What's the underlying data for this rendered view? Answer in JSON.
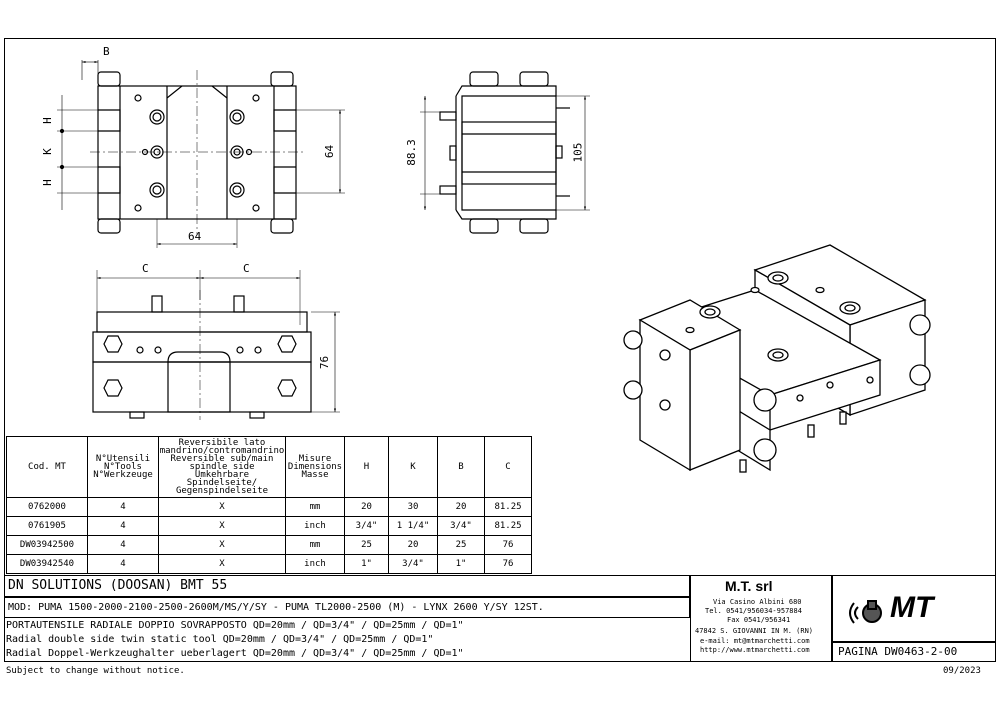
{
  "drawing": {
    "top_view": {
      "label_B": "B",
      "label_H_top": "H",
      "label_K": "K",
      "label_H_bottom": "H",
      "dim_64_v": "64",
      "dim_64_h": "64"
    },
    "side_view": {
      "dim_88_3": "88.3",
      "dim_105": "105"
    },
    "front_view": {
      "label_C_left": "C",
      "label_C_right": "C",
      "dim_76": "76"
    }
  },
  "spec_table": {
    "headers": {
      "cod_mt": "Cod. MT",
      "n_tools": [
        "N°Utensili",
        "N°Tools",
        "N°Werkzeuge"
      ],
      "reversible": [
        "Reversibile lato",
        "mandrino/contromandrino",
        "Reversible sub/main",
        "spindle side",
        "Umkehrbare Spindelseite/",
        "Gegenspindelseite"
      ],
      "dimensions": [
        "Misure",
        "Dimensions",
        "Masse"
      ],
      "h": "H",
      "k": "K",
      "b": "B",
      "c": "C"
    },
    "rows": [
      {
        "code": "0762000",
        "tools": "4",
        "rev": "X",
        "unit": "mm",
        "h": "20",
        "k": "30",
        "b": "20",
        "c": "81.25"
      },
      {
        "code": "0761905",
        "tools": "4",
        "rev": "X",
        "unit": "inch",
        "h": "3/4\"",
        "k": "1 1/4\"",
        "b": "3/4\"",
        "c": "81.25"
      },
      {
        "code": "DW03942500",
        "tools": "4",
        "rev": "X",
        "unit": "mm",
        "h": "25",
        "k": "20",
        "b": "25",
        "c": "76"
      },
      {
        "code": "DW03942540",
        "tools": "4",
        "rev": "X",
        "unit": "inch",
        "h": "1\"",
        "k": "3/4\"",
        "b": "1\"",
        "c": "76"
      }
    ]
  },
  "title_block": {
    "machine": "DN SOLUTIONS (DOOSAN)  BMT 55",
    "models": "MOD: PUMA 1500-2000-2100-2500-2600M/MS/Y/SY - PUMA TL2000-2500 (M) - LYNX 2600 Y/SY 12ST.",
    "desc_it": "PORTAUTENSILE RADIALE DOPPIO SOVRAPPOSTO QD=20mm / QD=3/4\" / QD=25mm / QD=1\"",
    "desc_en": "Radial double side twin static tool QD=20mm / QD=3/4\" / QD=25mm / QD=1\"",
    "desc_de": "Radial Doppel-Werkzeughalter ueberlagert QD=20mm / QD=3/4\" / QD=25mm / QD=1\"",
    "company": "M.T. srl",
    "address": [
      "Via Casino Albini 680",
      "Tel. 0541/956034-957884",
      "Fax 0541/956341",
      "47842 S. GIOVANNI IN M. (RN)",
      "e-mail: mt@mtmarchetti.com",
      "http://www.mtmarchetti.com"
    ],
    "logo": "MT",
    "page": "PAGINA DW0463-2-00",
    "footer_left": "Subject to change without notice.",
    "footer_right": "09/2023"
  },
  "colors": {
    "line": "#000000",
    "paper": "#ffffff",
    "part_fill": "#ffffff"
  }
}
